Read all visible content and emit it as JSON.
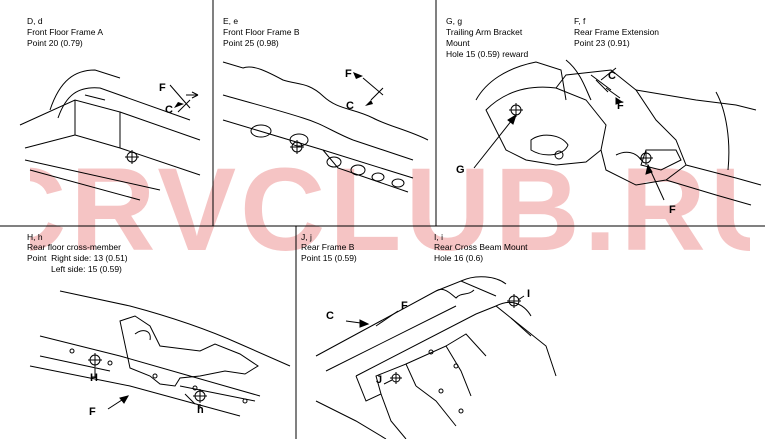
{
  "watermark": "CRVCLUB.RU",
  "panels": {
    "d": {
      "code": "D, d",
      "title": "Front Floor Frame A",
      "detail": "Point 20 (0.79)",
      "labels": {
        "f": "F",
        "c": "C"
      }
    },
    "e": {
      "code": "E, e",
      "title": "Front Floor Frame B",
      "detail": "Point 25 (0.98)",
      "labels": {
        "f": "F",
        "c": "C"
      }
    },
    "g": {
      "code": "G, g",
      "title": "Trailing Arm Bracket",
      "title2": "Mount",
      "detail": "Hole 15 (0.59) reward",
      "labels": {
        "g": "G"
      }
    },
    "f": {
      "code": "F, f",
      "title": "Rear Frame Extension",
      "detail": "Point 23 (0.91)",
      "labels": {
        "c": "C",
        "f": "F",
        "f2": "F"
      }
    },
    "h": {
      "code": "H, h",
      "title": "Rear floor cross-member",
      "detail": "Point  Right side: 13 (0.51)",
      "detail2": "Left side: 15 (0.59)",
      "labels": {
        "h_upper": "H",
        "h_lower": "h",
        "f": "F"
      }
    },
    "j": {
      "code": "J, j",
      "title": "Rear Frame B",
      "detail": "Point 15 (0.59)",
      "labels": {
        "c": "C",
        "f": "F",
        "j": "J"
      }
    },
    "i": {
      "code": "I, i",
      "title": "Rear Cross Beam Mount",
      "detail": "Hole 16 (0.6)",
      "labels": {
        "i": "I"
      }
    }
  },
  "colors": {
    "line": "#000000",
    "watermark": "#f2c0c0"
  }
}
